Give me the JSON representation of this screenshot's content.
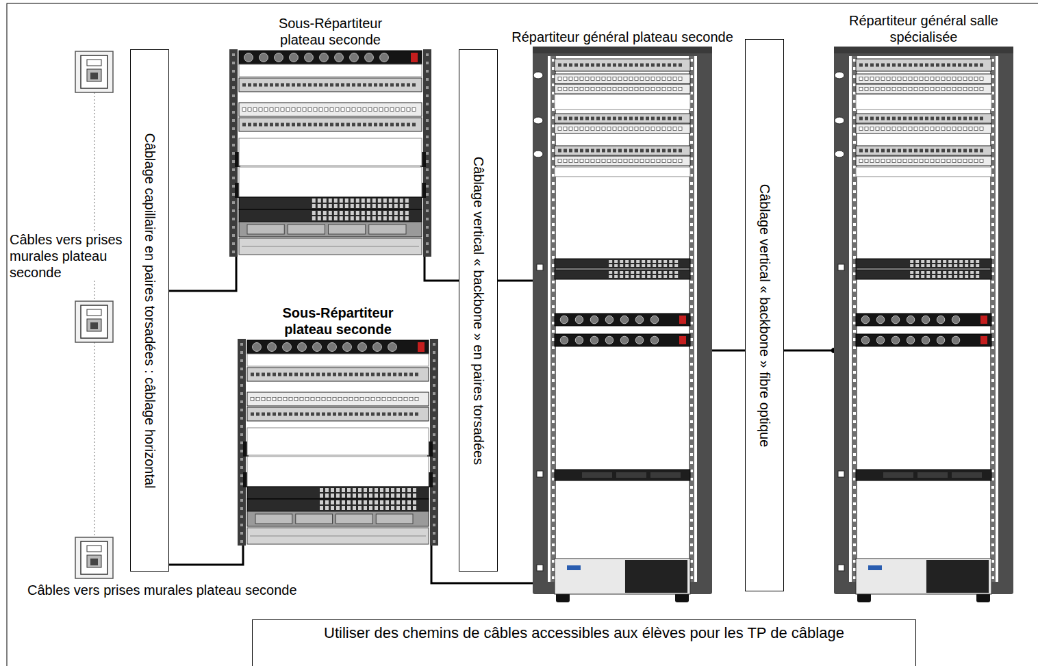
{
  "diagram": {
    "nodes": [
      {
        "text": [
          "Sous-Répartiteur plateau seconde"
        ]
      },
      {
        "text": [
          "Répartiteur général plateau seconde"
        ]
      },
      {
        "text": [
          "Répartiteur général salle spécialisée"
        ]
      },
      {
        "text": [
          "Câblage capillaire en paires torsadées : câblage horizontal"
        ]
      },
      {
        "text": [
          "Câblage vertical « backbone » en paires torsadées"
        ]
      },
      {
        "text": [
          "Câblage vertical « backbone » fibre optique"
        ]
      },
      {
        "text": [
          "Sous-Répartiteur plateau seconde"
        ]
      },
      {
        "text": [
          "Utiliser des chemins de câbles accessibles aux élèves pour les TP de câblage"
        ]
      }
    ],
    "edges": [
      {
        "from": 0,
        "to": 1,
        "arrow": "none"
      },
      {
        "from": 6,
        "to": 1,
        "arrow": "none"
      },
      {
        "from": 1,
        "to": 2,
        "arrow": "none"
      }
    ],
    "labels": [
      "Câbles vers prises murales plateau seconde",
      "Câbles vers prises murales plateau seconde"
    ]
  }
}
